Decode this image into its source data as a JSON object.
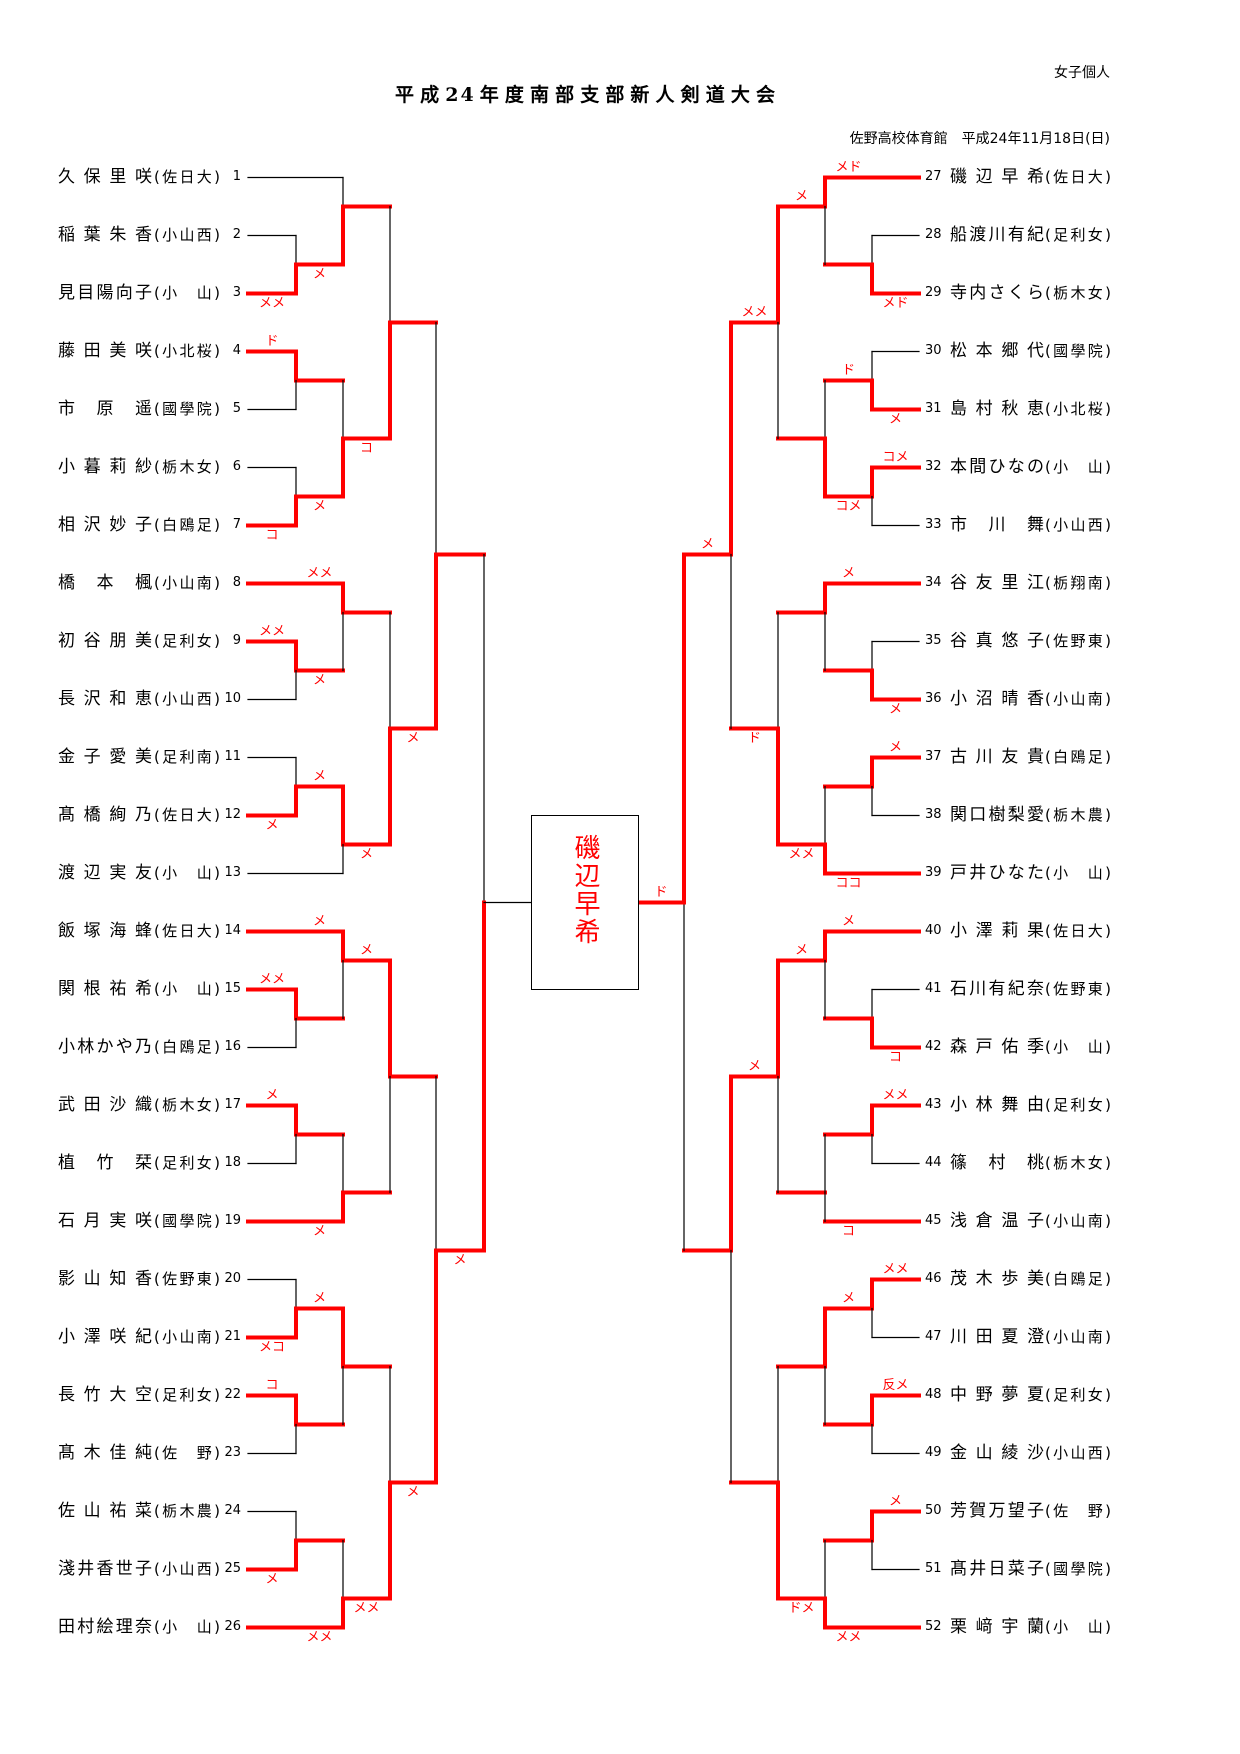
{
  "header": {
    "title": "平成24年度南部支部新人剣道大会",
    "category": "女子個人",
    "venue_date": "佐野高校体育館　平成24年11月18日(日)"
  },
  "colors": {
    "winner_line": "#ff0000",
    "line": "#000000",
    "score": "#ff0000"
  },
  "champion": "磯辺早希",
  "players": {
    "left": [
      {
        "no": "1",
        "name": "久保里咲",
        "school": "佐日大"
      },
      {
        "no": "2",
        "name": "稲葉朱香",
        "school": "小山西"
      },
      {
        "no": "3",
        "name": "見目陽向子",
        "school": "小　山"
      },
      {
        "no": "4",
        "name": "藤田美咲",
        "school": "小北桜"
      },
      {
        "no": "5",
        "name": "市原遥",
        "school": "國學院"
      },
      {
        "no": "6",
        "name": "小暮莉紗",
        "school": "栃木女"
      },
      {
        "no": "7",
        "name": "相沢妙子",
        "school": "白鴎足"
      },
      {
        "no": "8",
        "name": "橋本楓",
        "school": "小山南"
      },
      {
        "no": "9",
        "name": "初谷朋美",
        "school": "足利女"
      },
      {
        "no": "10",
        "name": "長沢和恵",
        "school": "小山西"
      },
      {
        "no": "11",
        "name": "金子愛美",
        "school": "足利南"
      },
      {
        "no": "12",
        "name": "髙橋絢乃",
        "school": "佐日大"
      },
      {
        "no": "13",
        "name": "渡辺実友",
        "school": "小　山"
      },
      {
        "no": "14",
        "name": "飯塚海蜂",
        "school": "佐日大"
      },
      {
        "no": "15",
        "name": "関根祐希",
        "school": "小　山"
      },
      {
        "no": "16",
        "name": "小林かや乃",
        "school": "白鴎足"
      },
      {
        "no": "17",
        "name": "武田沙織",
        "school": "栃木女"
      },
      {
        "no": "18",
        "name": "植竹栞",
        "school": "足利女"
      },
      {
        "no": "19",
        "name": "石月実咲",
        "school": "國學院"
      },
      {
        "no": "20",
        "name": "影山知香",
        "school": "佐野東"
      },
      {
        "no": "21",
        "name": "小澤咲紀",
        "school": "小山南"
      },
      {
        "no": "22",
        "name": "長竹大空",
        "school": "足利女"
      },
      {
        "no": "23",
        "name": "髙木佳純",
        "school": "佐　野"
      },
      {
        "no": "24",
        "name": "佐山祐菜",
        "school": "栃木農"
      },
      {
        "no": "25",
        "name": "淺井香世子",
        "school": "小山西"
      },
      {
        "no": "26",
        "name": "田村絵理奈",
        "school": "小　山"
      }
    ],
    "right": [
      {
        "no": "27",
        "name": "磯辺早希",
        "school": "佐日大"
      },
      {
        "no": "28",
        "name": "船渡川有紀",
        "school": "足利女"
      },
      {
        "no": "29",
        "name": "寺内さくら",
        "school": "栃木女"
      },
      {
        "no": "30",
        "name": "松本郷代",
        "school": "國學院"
      },
      {
        "no": "31",
        "name": "島村秋恵",
        "school": "小北桜"
      },
      {
        "no": "32",
        "name": "本間ひなの",
        "school": "小　山"
      },
      {
        "no": "33",
        "name": "市川舞",
        "school": "小山西"
      },
      {
        "no": "34",
        "name": "谷友里江",
        "school": "栃翔南"
      },
      {
        "no": "35",
        "name": "谷真悠子",
        "school": "佐野東"
      },
      {
        "no": "36",
        "name": "小沼晴香",
        "school": "小山南"
      },
      {
        "no": "37",
        "name": "古川友貴",
        "school": "白鴎足"
      },
      {
        "no": "38",
        "name": "関口樹梨愛",
        "school": "栃木農"
      },
      {
        "no": "39",
        "name": "戸井ひなた",
        "school": "小　山"
      },
      {
        "no": "40",
        "name": "小澤莉果",
        "school": "佐日大"
      },
      {
        "no": "41",
        "name": "石川有紀奈",
        "school": "佐野東"
      },
      {
        "no": "42",
        "name": "森戸佑季",
        "school": "小　山"
      },
      {
        "no": "43",
        "name": "小林舞由",
        "school": "足利女"
      },
      {
        "no": "44",
        "name": "篠村桃",
        "school": "栃木女"
      },
      {
        "no": "45",
        "name": "浅倉温子",
        "school": "小山南"
      },
      {
        "no": "46",
        "name": "茂木歩美",
        "school": "白鴎足"
      },
      {
        "no": "47",
        "name": "川田夏澄",
        "school": "小山南"
      },
      {
        "no": "48",
        "name": "中野夢夏",
        "school": "足利女"
      },
      {
        "no": "49",
        "name": "金山綾沙",
        "school": "小山西"
      },
      {
        "no": "50",
        "name": "芳賀万望子",
        "school": "佐　野"
      },
      {
        "no": "51",
        "name": "髙井日菜子",
        "school": "國學院"
      },
      {
        "no": "52",
        "name": "栗﨑宇蘭",
        "school": "小　山"
      }
    ]
  },
  "bracket": {
    "left": {
      "w": "b",
      "sb": "メ",
      "t": {
        "w": "b",
        "sb": "メ",
        "t": {
          "w": "b",
          "sb": "コ",
          "t": {
            "w": "b",
            "sb": "メ",
            "t": {
              "p": 1
            },
            "b": {
              "w": "b",
              "sb": "メメ",
              "t": {
                "p": 2
              },
              "b": {
                "p": 3
              }
            }
          },
          "b": {
            "w": "b",
            "sb": "メ",
            "t": {
              "w": "t",
              "st": "ド",
              "t": {
                "p": 4
              },
              "b": {
                "p": 5
              }
            },
            "b": {
              "w": "b",
              "sb": "コ",
              "t": {
                "p": 6
              },
              "b": {
                "p": 7
              }
            }
          }
        },
        "b": {
          "w": "b",
          "sb": "メ",
          "t": {
            "w": "t",
            "st": "メメ",
            "sb": "メ",
            "t": {
              "p": 8
            },
            "b": {
              "w": "t",
              "st": "メメ",
              "t": {
                "p": 9
              },
              "b": {
                "p": 10
              }
            }
          },
          "b": {
            "w": "t",
            "st": "メ",
            "t": {
              "w": "b",
              "sb": "メ",
              "t": {
                "p": 11
              },
              "b": {
                "p": 12
              }
            },
            "b": {
              "p": 13
            }
          }
        }
      },
      "b": {
        "w": "b",
        "sb": "メ",
        "t": {
          "w": "t",
          "st": "メ",
          "t": {
            "w": "t",
            "st": "メ",
            "t": {
              "p": 14
            },
            "b": {
              "w": "t",
              "st": "メメ",
              "t": {
                "p": 15
              },
              "b": {
                "p": 16
              }
            }
          },
          "b": {
            "w": "b",
            "sb": "メ",
            "t": {
              "w": "t",
              "st": "メ",
              "t": {
                "p": 17
              },
              "b": {
                "p": 18
              }
            },
            "b": {
              "p": 19
            }
          }
        },
        "b": {
          "w": "b",
          "sb": "メメ",
          "t": {
            "w": "t",
            "st": "メ",
            "t": {
              "w": "b",
              "sb": "メコ",
              "t": {
                "p": 20
              },
              "b": {
                "p": 21
              }
            },
            "b": {
              "w": "t",
              "st": "コ",
              "t": {
                "p": 22
              },
              "b": {
                "p": 23
              }
            }
          },
          "b": {
            "w": "b",
            "sb": "メメ",
            "t": {
              "w": "b",
              "sb": "メ",
              "t": {
                "p": 24
              },
              "b": {
                "p": 25
              }
            },
            "b": {
              "p": 26
            }
          }
        }
      }
    },
    "right": {
      "w": "t",
      "st": "メ",
      "t": {
        "w": "t",
        "st": "メメ",
        "sb": "ド",
        "t": {
          "w": "t",
          "st": "メ",
          "t": {
            "w": "t",
            "st": "メド",
            "t": {
              "p": 27
            },
            "b": {
              "w": "b",
              "sb": "メド",
              "t": {
                "p": 28
              },
              "b": {
                "p": 29
              }
            }
          },
          "b": {
            "w": "b",
            "st": "ド",
            "sb": "コメ",
            "t": {
              "w": "b",
              "sb": "メ",
              "t": {
                "p": 30
              },
              "b": {
                "p": 31
              }
            },
            "b": {
              "w": "t",
              "st": "コメ",
              "t": {
                "p": 32
              },
              "b": {
                "p": 33
              }
            }
          }
        },
        "b": {
          "w": "b",
          "sb": "メメ",
          "t": {
            "w": "t",
            "st": "メ",
            "t": {
              "p": 34
            },
            "b": {
              "w": "b",
              "sb": "メ",
              "t": {
                "p": 35
              },
              "b": {
                "p": 36
              }
            }
          },
          "b": {
            "w": "b",
            "sb": "ココ",
            "t": {
              "w": "t",
              "st": "メ",
              "t": {
                "p": 37
              },
              "b": {
                "p": 38
              }
            },
            "b": {
              "p": 39
            }
          }
        }
      },
      "b": {
        "w": "t",
        "st": "メ",
        "t": {
          "w": "t",
          "st": "メ",
          "t": {
            "w": "t",
            "st": "メ",
            "t": {
              "p": 40
            },
            "b": {
              "w": "b",
              "sb": "コ",
              "t": {
                "p": 41
              },
              "b": {
                "p": 42
              }
            }
          },
          "b": {
            "w": "b",
            "sb": "コ",
            "nv": true,
            "t": {
              "w": "t",
              "st": "メメ",
              "t": {
                "p": 43
              },
              "b": {
                "p": 44
              }
            },
            "b": {
              "p": 45
            }
          }
        },
        "b": {
          "w": "b",
          "sb": "ドメ",
          "t": {
            "w": "t",
            "st": "メ",
            "t": {
              "w": "t",
              "st": "メメ",
              "t": {
                "p": 46
              },
              "b": {
                "p": 47
              }
            },
            "b": {
              "w": "t",
              "st": "反メ",
              "t": {
                "p": 48
              },
              "b": {
                "p": 49
              }
            }
          },
          "b": {
            "w": "b",
            "sb": "メメ",
            "t": {
              "w": "t",
              "st": "メ",
              "t": {
                "p": 50
              },
              "b": {
                "p": 51
              }
            },
            "b": {
              "p": 52
            }
          }
        }
      }
    },
    "final": {
      "winner": "right",
      "left_score": "",
      "right_score": "ド"
    }
  }
}
